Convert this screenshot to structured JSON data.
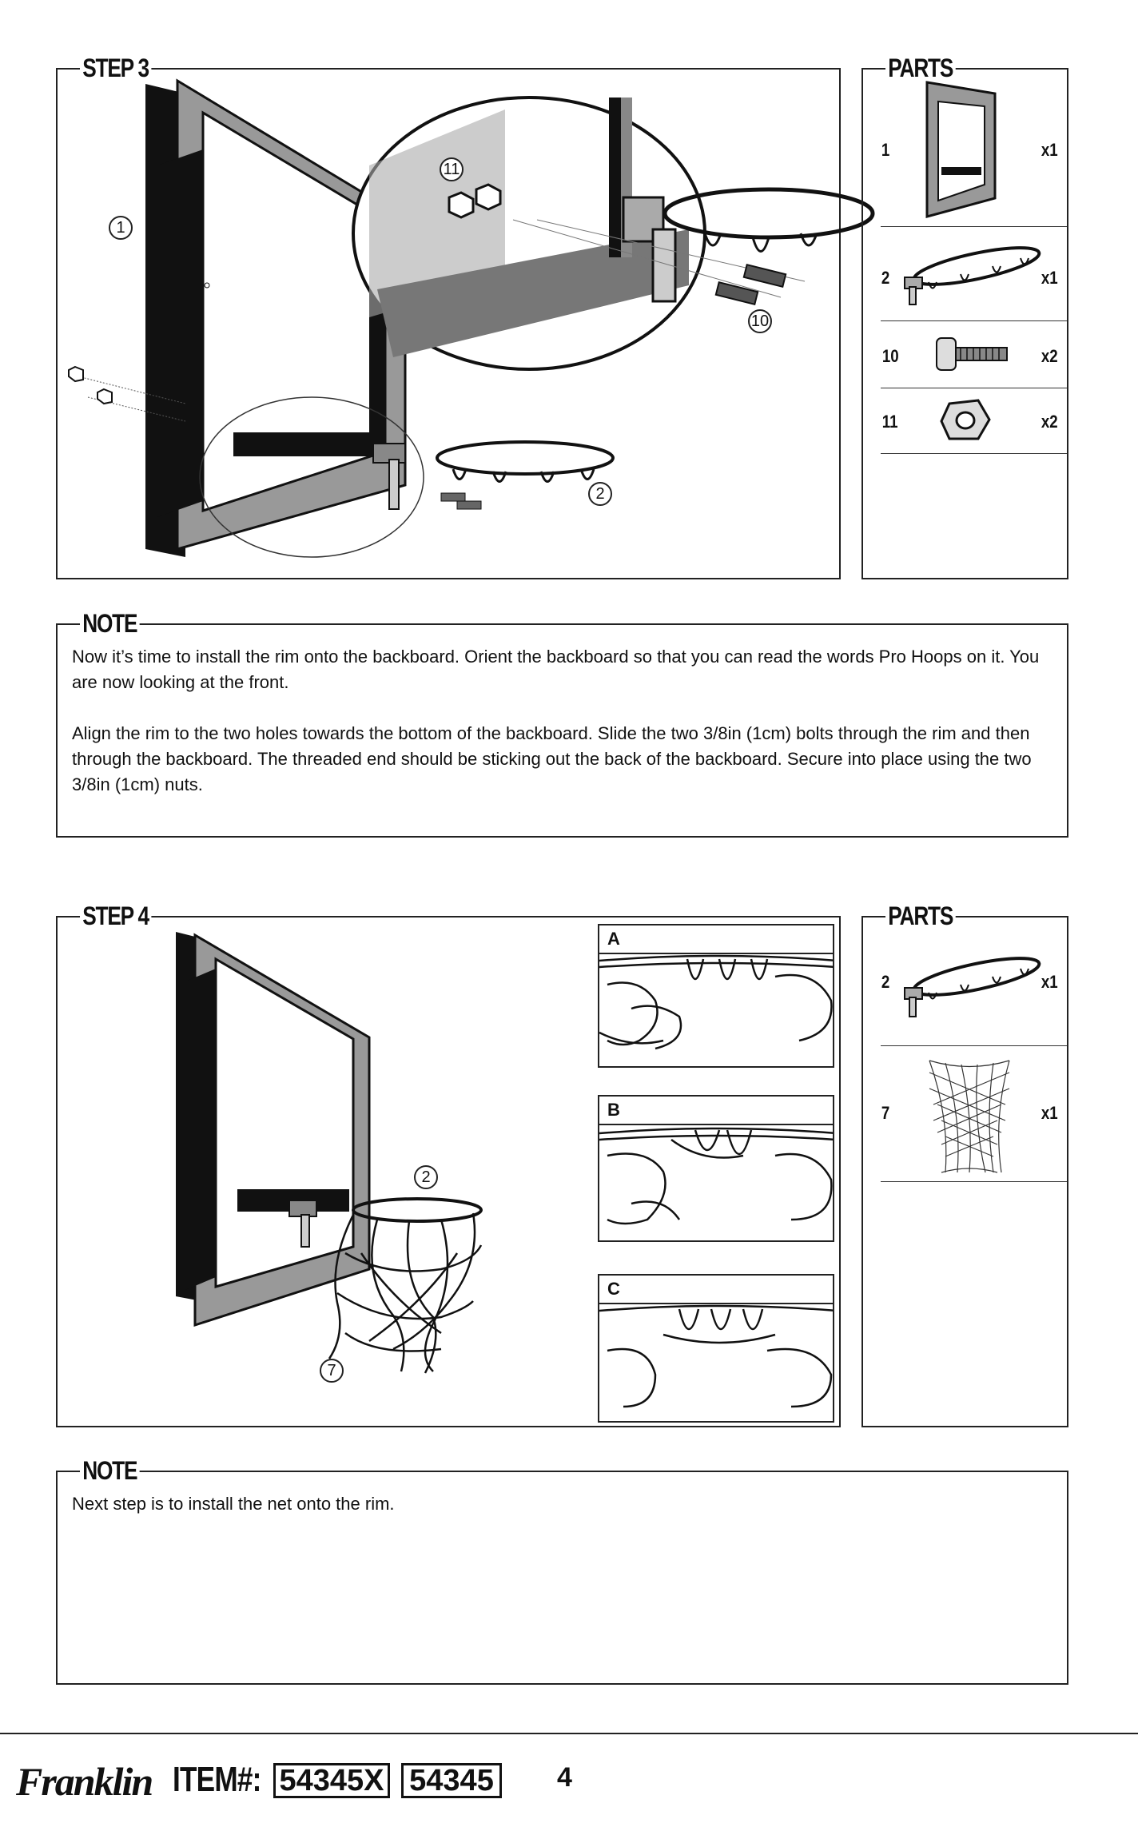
{
  "step3": {
    "title": "STEP 3",
    "callouts": [
      "1",
      "11",
      "10",
      "2"
    ]
  },
  "parts3": {
    "title": "PARTS",
    "items": [
      {
        "num": "1",
        "qty": "x1",
        "icon": "backboard-icon"
      },
      {
        "num": "2",
        "qty": "x1",
        "icon": "rim-icon"
      },
      {
        "num": "10",
        "qty": "x2",
        "icon": "bolt-icon"
      },
      {
        "num": "11",
        "qty": "x2",
        "icon": "nut-icon"
      }
    ]
  },
  "note1": {
    "title": "NOTE",
    "p1": "Now it’s time to install the rim onto the backboard. Orient the backboard so that you can read the words Pro Hoops on it. You are now looking at the front.",
    "p2": "Align the rim to the two holes towards the bottom of the backboard. Slide the two 3/8in (1cm) bolts through the rim and then through the backboard. The threaded end should be sticking out the back of the backboard. Secure into place using the two 3/8in (1cm) nuts."
  },
  "step4": {
    "title": "STEP 4",
    "callouts": [
      "2",
      "7"
    ],
    "details": [
      "A",
      "B",
      "C"
    ]
  },
  "parts4": {
    "title": "PARTS",
    "items": [
      {
        "num": "2",
        "qty": "x1",
        "icon": "rim-icon"
      },
      {
        "num": "7",
        "qty": "x1",
        "icon": "net-icon"
      }
    ]
  },
  "note2": {
    "title": "NOTE",
    "p1": "Next step is to install the net onto the rim."
  },
  "footer": {
    "brand": "Franklin",
    "item_label": "ITEM#:",
    "item1": "54345X",
    "item2": "54345",
    "page": "4"
  }
}
